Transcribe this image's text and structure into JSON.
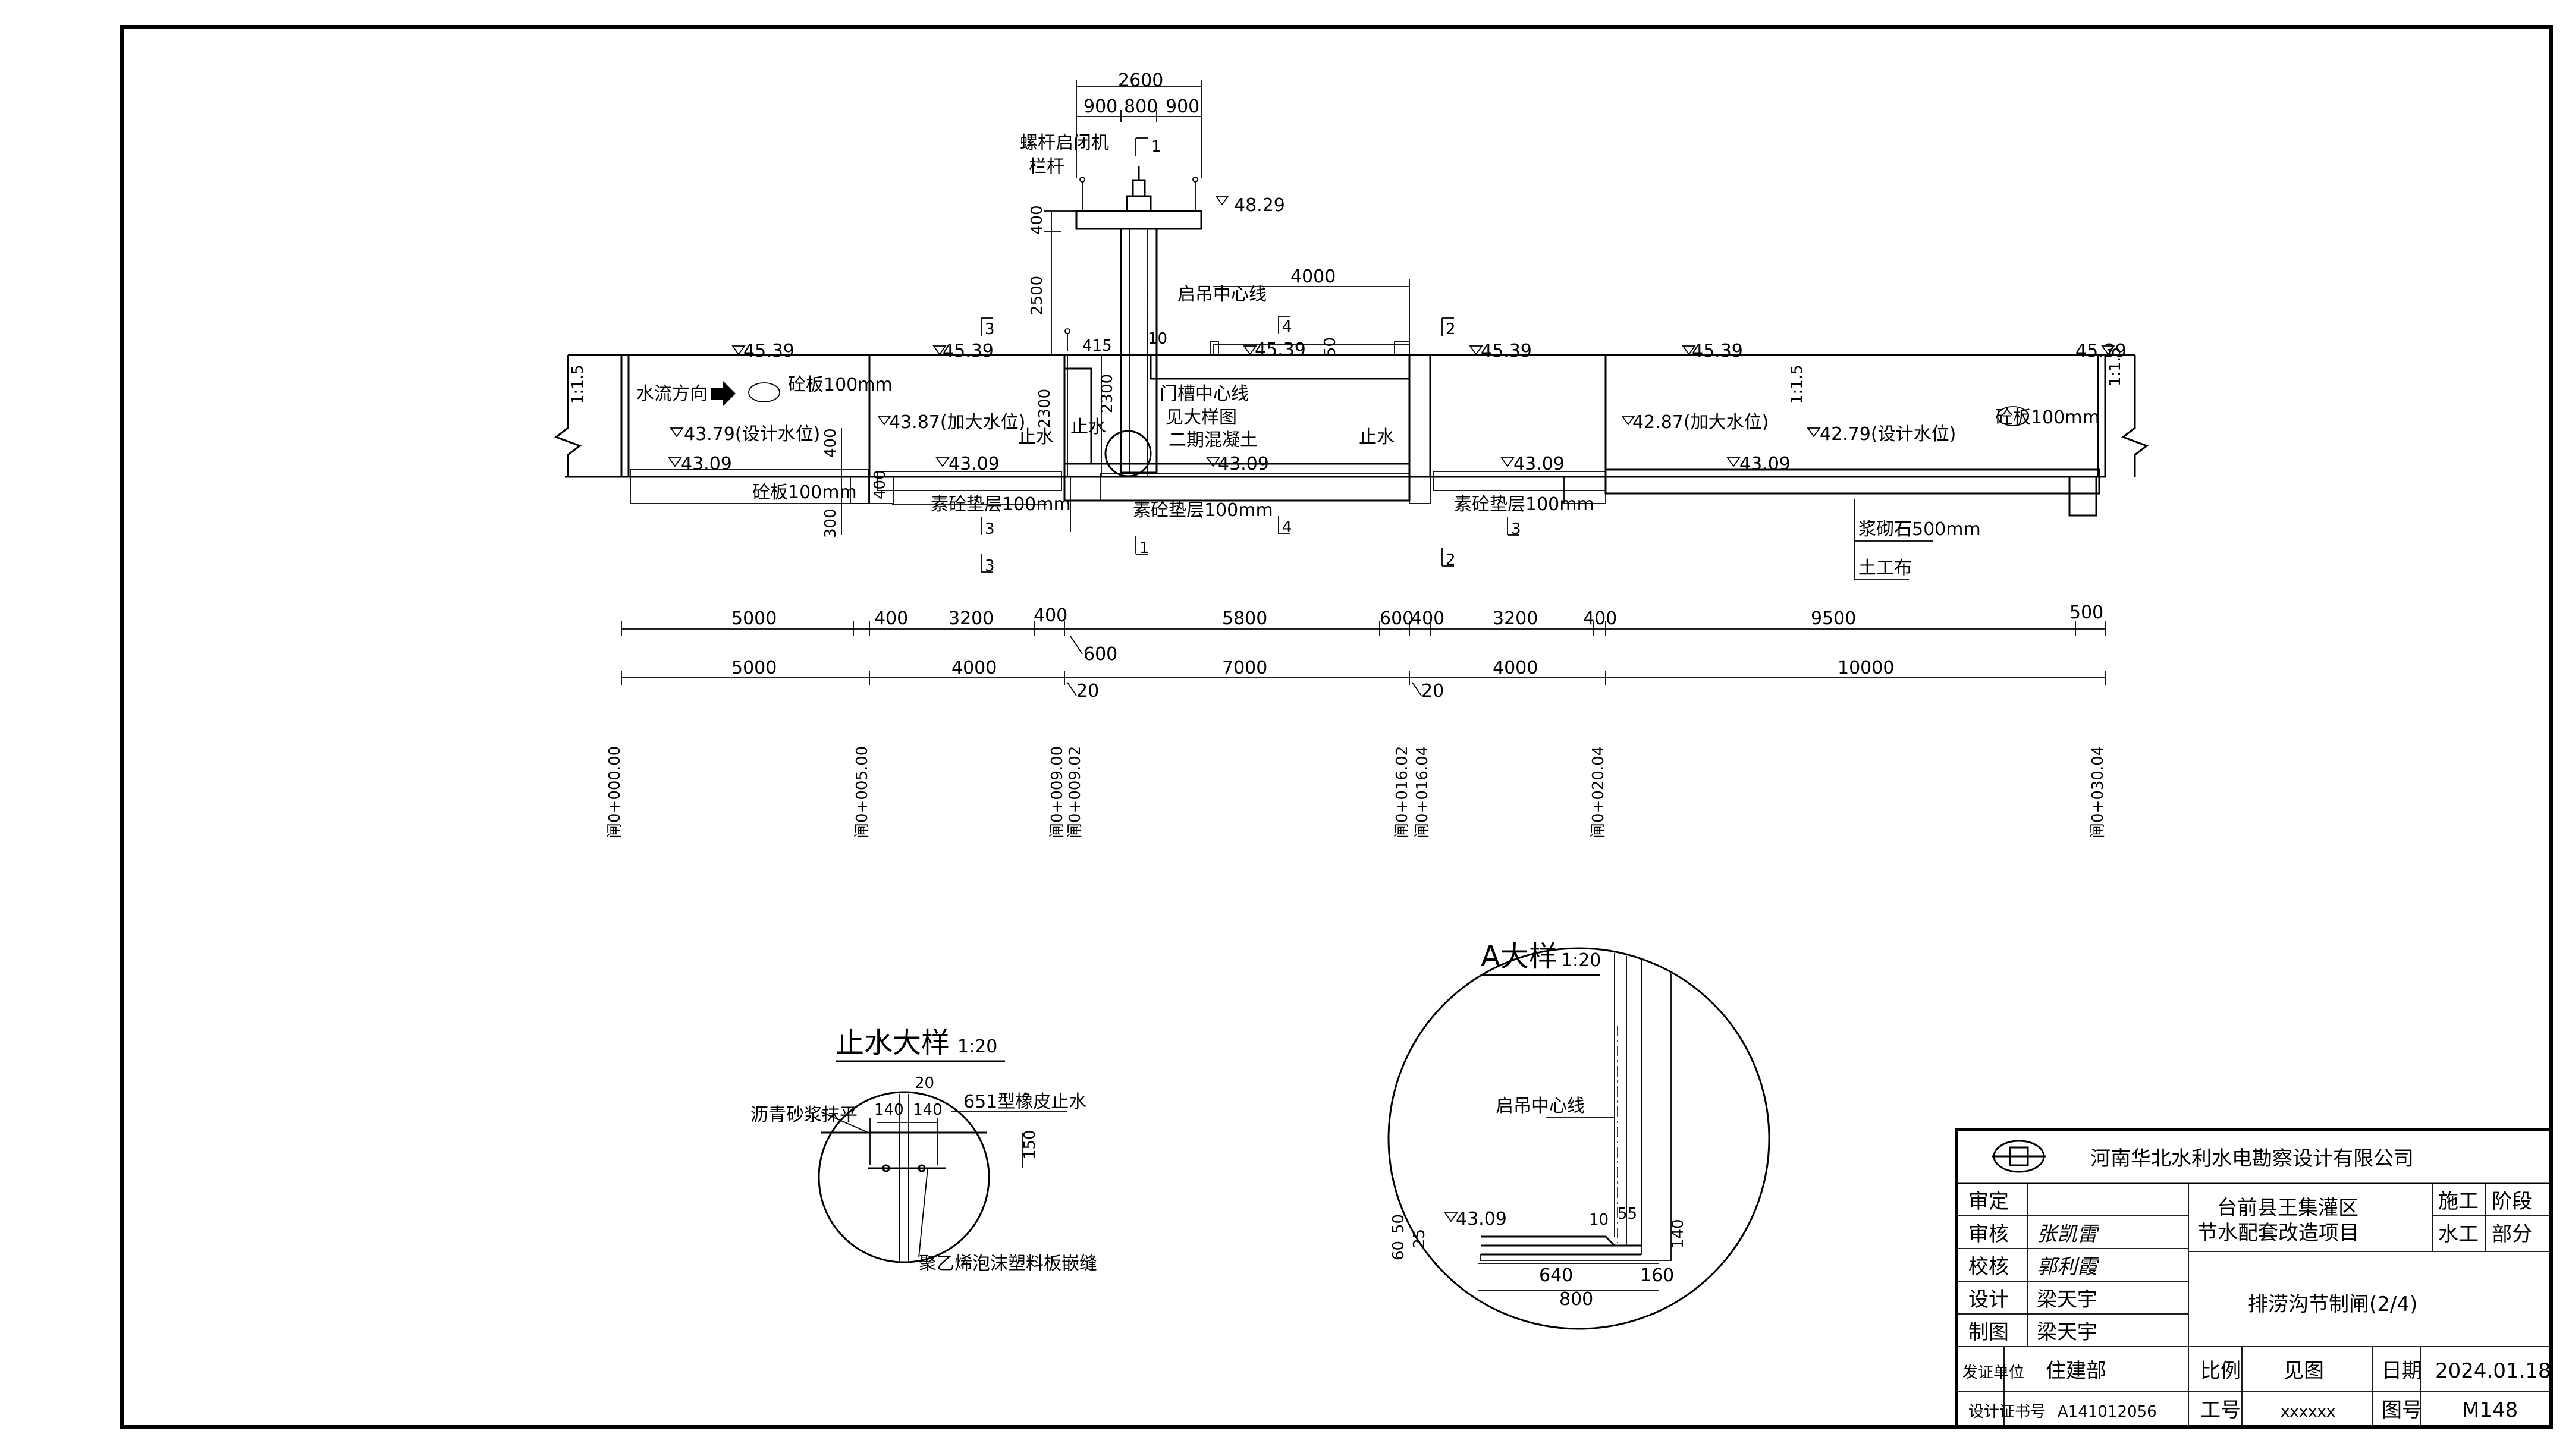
{
  "drawing": {
    "top_dims": [
      "2600",
      "900",
      "800",
      "900",
      "400",
      "2500",
      "2300",
      "2300",
      "415",
      "10",
      "4000",
      "50"
    ],
    "callouts": {
      "hoist": "螺杆启闭机",
      "railing": "栏杆",
      "lift_centerline": "启吊中心线",
      "gate_slot_centerline": "门槽中心线",
      "see_detail": "见大样图",
      "second_stage_concrete": "二期混凝土",
      "flow_direction": "水流方向",
      "slab_left": "砼板100mm",
      "slab_right": "砼板100mm",
      "slab_bottom": "砼板100mm",
      "waterstop": "止水",
      "cushion": "素砼垫层100mm",
      "riprap": "浆砌石500mm",
      "geotextile": "土工布",
      "slope": "1:1.5",
      "dim_400": "400",
      "dim_300": "300",
      "dim_400b": "400"
    },
    "elevations": {
      "hoist_top": "48.29",
      "ground_1": "45.39",
      "ground_2": "45.39",
      "ground_3": "45.39",
      "ground_4": "45.39",
      "ground_5": "45.39",
      "ground_6": "45.39",
      "design_wl_left": "43.79(设计水位)",
      "max_wl_left": "43.87(加大水位)",
      "bed_1": "43.09",
      "bed_2": "43.09",
      "bed_3": "43.09",
      "bed_4": "43.09",
      "bed_5": "43.09",
      "max_wl_right": "42.87(加大水位)",
      "design_wl_right": "42.79(设计水位)"
    },
    "section_marks": [
      "1",
      "1",
      "2",
      "2",
      "3",
      "3",
      "3",
      "3",
      "4",
      "4"
    ],
    "dim_row_1": [
      "5000",
      "400",
      "3200",
      "400",
      "5800",
      "600",
      "400",
      "3200",
      "400",
      "9500",
      "500"
    ],
    "dim_row_1_extra": "600",
    "dim_row_2": [
      "5000",
      "4000",
      "7000",
      "4000",
      "10000"
    ],
    "dim_row_2_extra": [
      "20",
      "20"
    ],
    "stations": [
      "闸0+000.00",
      "闸0+005.00",
      "闸0+009.00",
      "闸0+009.02",
      "闸0+016.02",
      "闸0+016.04",
      "闸0+020.04",
      "闸0+030.04"
    ]
  },
  "detail_waterstop": {
    "title": "止水大样",
    "scale": "1:20",
    "label_asphalt": "沥青砂浆抹平",
    "label_rubber": "651型橡皮止水",
    "label_foam": "聚乙烯泡沫塑料板嵌缝",
    "dims": [
      "20",
      "140",
      "140",
      "150"
    ]
  },
  "detail_a": {
    "title": "A大样",
    "scale": "1:20",
    "label_centerline": "启吊中心线",
    "elevation": "43.09",
    "dims": [
      "640",
      "160",
      "800",
      "10",
      "55",
      "140",
      "60",
      "50",
      "25"
    ]
  },
  "title_block": {
    "company": "河南华北水利水电勘察设计有限公司",
    "project_line1": "台前县王集灌区",
    "project_line2": "节水配套改造项目",
    "drawing_title": "排涝沟节制闸(2/4)",
    "roles": [
      "审定",
      "审核",
      "校核",
      "设计",
      "制图"
    ],
    "signatures": [
      "张凯雷",
      "郭利霞",
      "梁天宇",
      "梁天宇"
    ],
    "stage_label": "施工",
    "stage_col": "阶段",
    "discipline_label": "水工",
    "part_col": "部分",
    "issuer_label": "发证单位",
    "issuer": "住建部",
    "cert_label": "设计证书号",
    "cert": "A141012056",
    "scale_label": "比例",
    "scale": "见图",
    "date_label": "日期",
    "date": "2024.01.18",
    "job_label": "工号",
    "job": "xxxxxx",
    "dwg_label": "图号",
    "dwg": "M148"
  }
}
